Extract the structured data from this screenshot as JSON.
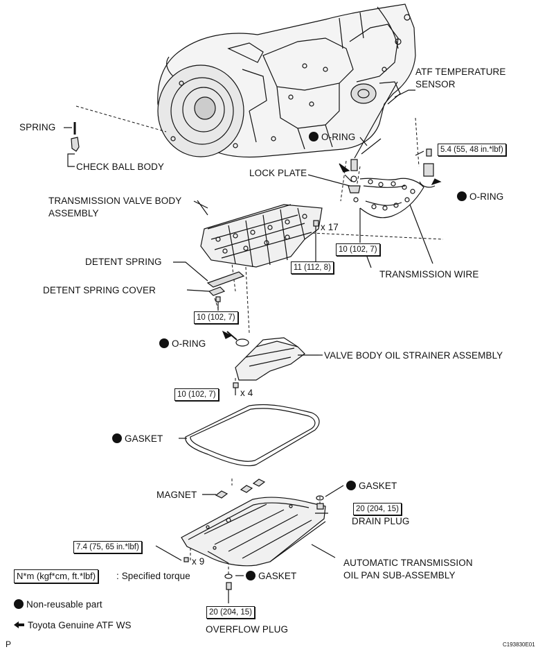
{
  "labels": {
    "spring": "SPRING",
    "check_ball_body": "CHECK BALL BODY",
    "atf_temp_sensor_l1": "ATF TEMPERATURE",
    "atf_temp_sensor_l2": "SENSOR",
    "o_ring_top": "O-RING",
    "lock_plate": "LOCK PLATE",
    "o_ring_right": "O-RING",
    "tvb_assembly_l1": "TRANSMISSION VALVE BODY",
    "tvb_assembly_l2": "ASSEMBLY",
    "x17": "x 17",
    "transmission_wire": "TRANSMISSION WIRE",
    "detent_spring": "DETENT SPRING",
    "detent_spring_cover": "DETENT SPRING COVER",
    "o_ring_strainer": "O-RING",
    "valve_body_oil_strainer": "VALVE BODY OIL STRAINER ASSEMBLY",
    "x4": "x 4",
    "gasket_pan": "GASKET",
    "magnet": "MAGNET",
    "gasket_drain": "GASKET",
    "drain_plug": "DRAIN PLUG",
    "x9": "x 9",
    "atoil_pan_l1": "AUTOMATIC TRANSMISSION",
    "atoil_pan_l2": "OIL PAN SUB-ASSEMBLY",
    "gasket_overflow": "GASKET",
    "overflow_plug": "OVERFLOW PLUG"
  },
  "torques": {
    "sensor_bolt": "5.4 (55, 48 in.*lbf)",
    "wire_bolt": "10 (102, 7)",
    "valve_body_bolts": "11 (112, 8)",
    "detent_bolt": "10 (102, 7)",
    "strainer_bolts": "10 (102, 7)",
    "drain_plug": "20 (204, 15)",
    "pan_bolts": "7.4 (75, 65 in.*lbf)",
    "overflow_plug": "20 (204, 15)"
  },
  "legend": {
    "torque_box": "N*m (kgf*cm, ft.*lbf)",
    "torque_desc": ": Specified torque",
    "non_reusable": "Non-reusable part",
    "atf": "Toyota Genuine ATF WS"
  },
  "corner": {
    "page_letter": "P",
    "figure_code": "C193830E01"
  }
}
